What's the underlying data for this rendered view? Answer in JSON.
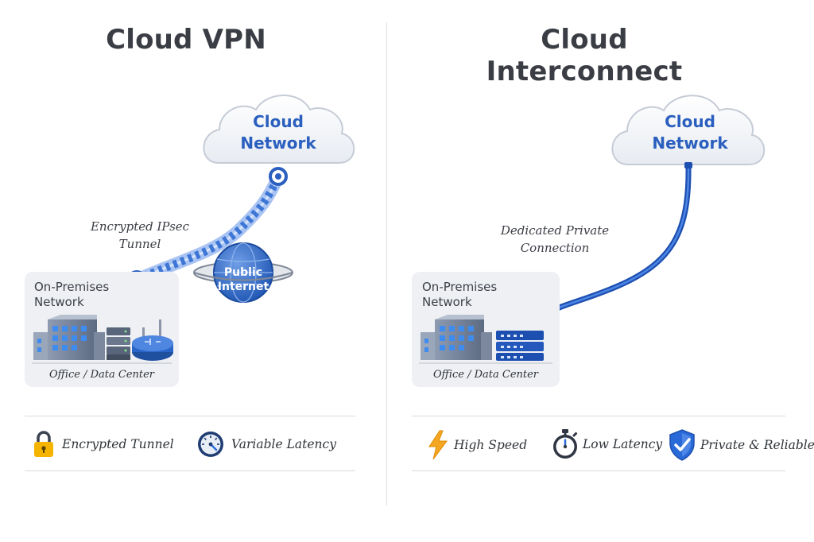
{
  "vpn": {
    "title": "Cloud VPN",
    "cloud_label_line1": "Cloud",
    "cloud_label_line2": "Network",
    "tunnel_label_line1": "Encrypted IPsec",
    "tunnel_label_line2": "Tunnel",
    "internet_label_line1": "Public",
    "internet_label_line2": "Internet",
    "onprem_title_line1": "On-Premises",
    "onprem_title_line2": "Network",
    "onprem_caption": "Office / Data Center",
    "features": [
      {
        "label": "Encrypted Tunnel",
        "icon": "lock-icon"
      },
      {
        "label": "Variable Latency",
        "icon": "gauge-icon"
      }
    ]
  },
  "interconnect": {
    "title": "Cloud Interconnect",
    "cloud_label_line1": "Cloud",
    "cloud_label_line2": "Network",
    "link_label_line1": "Dedicated Private",
    "link_label_line2": "Connection",
    "onprem_title_line1": "On-Premises",
    "onprem_title_line2": "Network",
    "onprem_caption": "Office / Data Center",
    "features": [
      {
        "label": "High Speed",
        "icon": "lightning-icon"
      },
      {
        "label": "Low Latency",
        "icon": "stopwatch-icon"
      },
      {
        "label": "Private & Reliable",
        "icon": "shield-check-icon"
      }
    ]
  },
  "colors": {
    "accent_blue": "#2a5fbf",
    "lock_yellow": "#f4b400",
    "lightning_orange": "#f5a623"
  }
}
